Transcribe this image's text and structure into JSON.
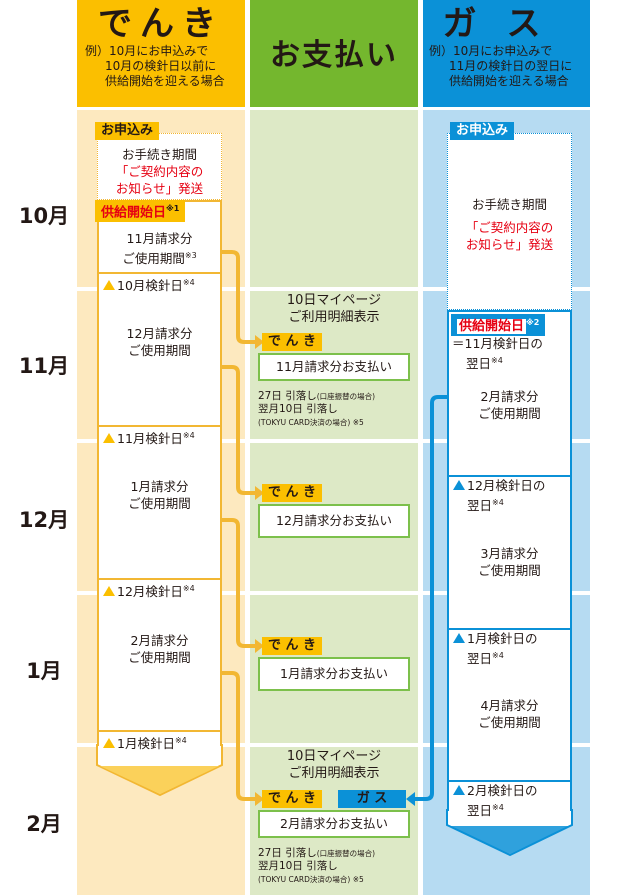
{
  "headers": {
    "denki": {
      "title": "でんき",
      "example": [
        "例）10月にお申込みで",
        "10月の検針日以前に",
        "供給開始を迎える場合"
      ]
    },
    "payment": {
      "title": "お支払い"
    },
    "gas": {
      "title": "ガス",
      "example": [
        "例）10月にお申込みで",
        "11月の検針日の翌日に",
        "供給開始を迎える場合"
      ]
    }
  },
  "months": [
    "10月",
    "11月",
    "12月",
    "1月",
    "2月"
  ],
  "denki": {
    "apply": "お申込み",
    "procedure": "お手続き期間",
    "notice": [
      "「ご契約内容の",
      "お知らせ」発送"
    ],
    "start": "供給開始日",
    "start_note": "※1",
    "periods": [
      {
        "lines": [
          "11月請求分",
          "ご使用期間"
        ],
        "note": "※3"
      },
      {
        "lines": [
          "12月請求分",
          "ご使用期間"
        ]
      },
      {
        "lines": [
          "1月請求分",
          "ご使用期間"
        ]
      },
      {
        "lines": [
          "2月請求分",
          "ご使用期間"
        ]
      }
    ],
    "meter": [
      "10月検針日",
      "11月検針日",
      "12月検針日",
      "1月検針日"
    ],
    "meter_note": "※4"
  },
  "gas": {
    "apply": "お申込み",
    "procedure": "お手続き期間",
    "notice": [
      "「ご契約内容の",
      "お知らせ」発送"
    ],
    "start": "供給開始日",
    "start_note": "※2",
    "start_desc": [
      "＝11月検針日の",
      "翌日"
    ],
    "start_desc_note": "※4",
    "periods": [
      [
        "2月請求分",
        "ご使用期間"
      ],
      [
        "3月請求分",
        "ご使用期間"
      ],
      [
        "4月請求分",
        "ご使用期間"
      ]
    ],
    "meter": [
      [
        "12月検針日の",
        "翌日"
      ],
      [
        "1月検針日の",
        "翌日"
      ],
      [
        "2月検針日の",
        "翌日"
      ]
    ],
    "meter_note": "※4"
  },
  "payment": {
    "mypage": [
      "10日マイページ",
      "ご利用明細表示"
    ],
    "denki_tag": "で ん き",
    "gas_tag": "ガ ス",
    "items": [
      "11月請求分お支払い",
      "12月請求分お支払い",
      "1月請求分お支払い",
      "2月請求分お支払い"
    ],
    "debit1": "27日 引落し",
    "debit1_note": "(口座振替の場合)",
    "debit2": "翌月10日 引落し",
    "debit2_note": "(TOKYU CARD決済の場合)",
    "debit2_mark": "※5"
  },
  "colors": {
    "denki": "#fbbf00",
    "denki_light": "#fde9bf",
    "pay": "#74b72e",
    "pay_light": "#dde9c6",
    "gas": "#0b91d7",
    "gas_light": "#b6dbf2",
    "red": "#e60012"
  }
}
